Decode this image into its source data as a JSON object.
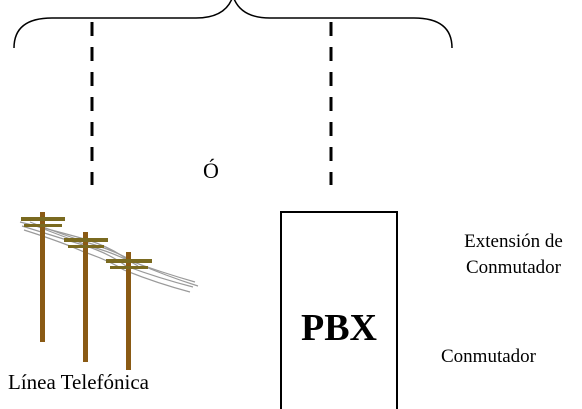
{
  "diagram": {
    "or_text": "Ó",
    "pbx_label": "PBX",
    "extension_label_line1": "Extensión de",
    "extension_label_line2": "Conmutador",
    "switch_label": "Conmutador",
    "phone_line_label": "Línea Telefónica",
    "colors": {
      "stroke": "#000000",
      "pole": "#8a5a14",
      "crossarm": "#7a6a20",
      "wire": "#9a9a9a"
    },
    "icons": [
      "curly-brace",
      "dashed-connector",
      "telephone-poles-icon"
    ]
  }
}
